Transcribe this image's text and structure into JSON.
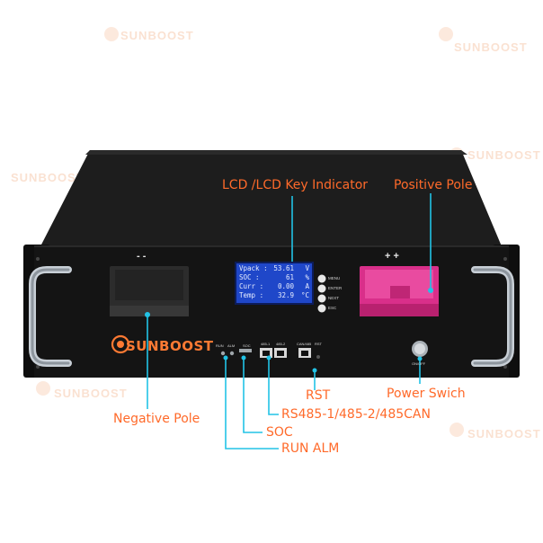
{
  "watermark": {
    "text": "SUNBOOST"
  },
  "lcd": {
    "rows": [
      {
        "key": "Vpack :",
        "value": "53.61",
        "unit": "V"
      },
      {
        "key": "SOC   :",
        "value": "61",
        "unit": "%"
      },
      {
        "key": "Curr  :",
        "value": "0.00",
        "unit": "A"
      },
      {
        "key": "Temp  :",
        "value": "32.9",
        "unit": "°C"
      }
    ]
  },
  "keys": {
    "menu": "MENU",
    "enter": "ENTER",
    "next": "NEXT",
    "esc": "ESC"
  },
  "panel_labels": {
    "run": "RUN",
    "alm": "ALM",
    "soc": "SOC",
    "port1": "485-1",
    "port2": "485-2",
    "port3": "CAN/485",
    "rst": "RST",
    "onoff": "ON/OFF",
    "neg": "-  -",
    "pos": "+  +"
  },
  "brand": "SUNBOOST",
  "callouts": {
    "lcd": "LCD /LCD Key Indicator",
    "positive": "Positive Pole",
    "negative": "Negative Pole",
    "rst": "RST",
    "power": "Power Swich",
    "rs485": "RS485-1/485-2/485CAN",
    "soc": "SOC",
    "run_alm": "RUN ALM"
  },
  "colors": {
    "accent": "#ff6a2a",
    "callout_line": "#22c3e6",
    "positive_terminal": "#e0338f",
    "chassis": "#131313"
  }
}
